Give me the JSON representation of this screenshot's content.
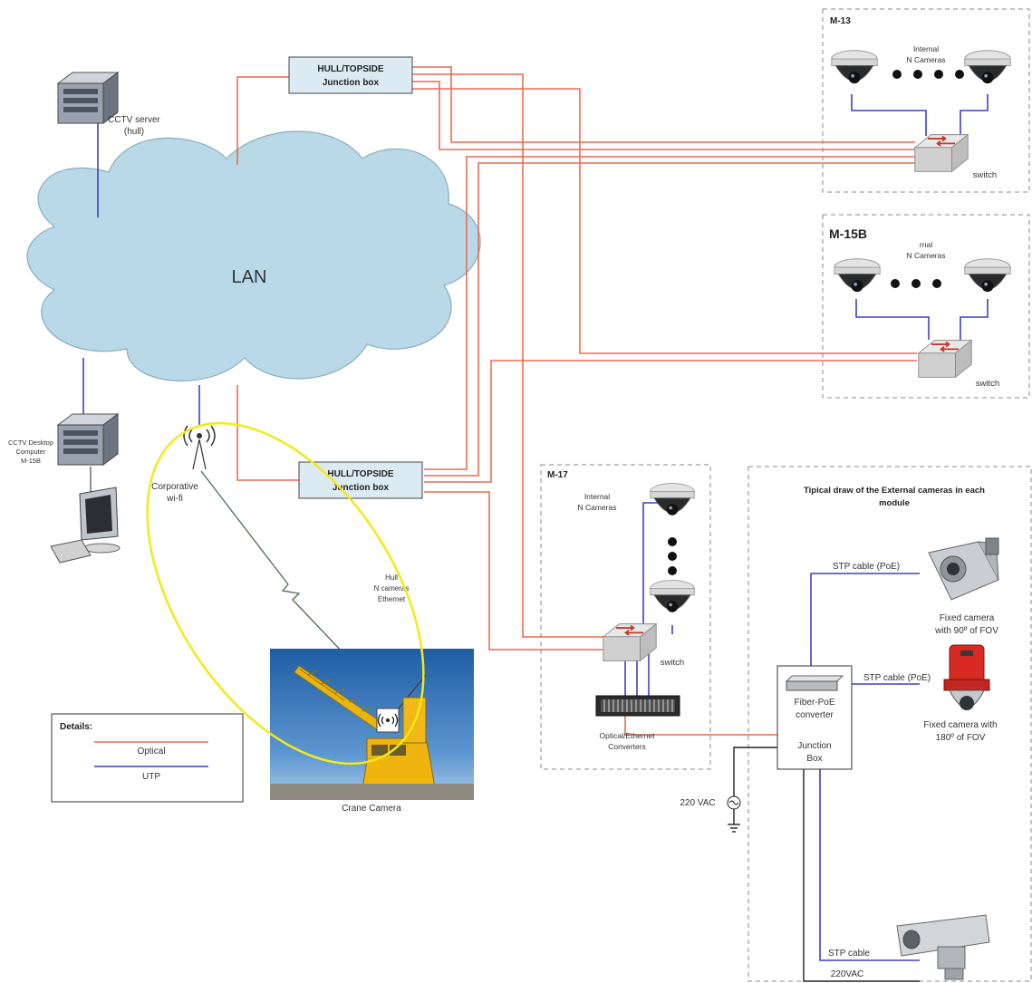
{
  "diagram": {
    "cctv_server": {
      "line1": "CCTV server",
      "line2": "(hull)"
    },
    "desktop": {
      "line1": "CCTV Desktop",
      "line2": "Computer",
      "line3": "M-15B"
    },
    "lan_label": "LAN",
    "wifi": {
      "line1": "Corporative",
      "line2": "wi-fi"
    },
    "junction_top": {
      "line1": "HULL/TOPSIDE",
      "line2": "Junction box"
    },
    "junction_bottom": {
      "line1": "HULL/TOPSIDE",
      "line2": "Junction box"
    },
    "m13": {
      "title": "M-13",
      "cam_line1": "Internal",
      "cam_line2": "N Cameras",
      "switch_label": "switch"
    },
    "m15b": {
      "title": "M-15B",
      "cam_line1": "rnal",
      "cam_line2": "N Cameras",
      "switch_label": "switch"
    },
    "m17": {
      "title": "M-17",
      "cam_line1": "Internal",
      "cam_line2": "N Cameras",
      "switch_label": "switch",
      "conv_line1": "Optical/Ethernet",
      "conv_line2": "Converters"
    },
    "hull_cams": {
      "line1": "Hull",
      "line2": "N cameras",
      "line3": "Ethernet"
    },
    "crane": {
      "caption": "Crane Camera"
    },
    "details": {
      "title": "Details:",
      "optical": "Optical",
      "utp": "UTP"
    },
    "external": {
      "title_line1": "Tipical draw of  the External cameras in each",
      "title_line2": "module",
      "stp_poe_1": "STP cable (PoE)",
      "stp_poe_2": "STP cable (PoE)",
      "fixed90_line1": "Fixed camera",
      "fixed90_line2": "with 90º of FOV",
      "fixed180_line1": "Fixed camera with",
      "fixed180_line2": "180º of FOV",
      "fiber_line1": "Fiber-PoE",
      "fiber_line2": "converter",
      "jbox_line1": "Junction",
      "jbox_line2": "Box",
      "stp_cable": "STP cable",
      "vac_bottom": "220VAC"
    },
    "vac_left": "220 VAC",
    "colors": {
      "optical": "#ec6a52",
      "utp": "#3f3fc8",
      "box_fill": "#dcebf3",
      "cloud": "#b9d9e8"
    }
  }
}
